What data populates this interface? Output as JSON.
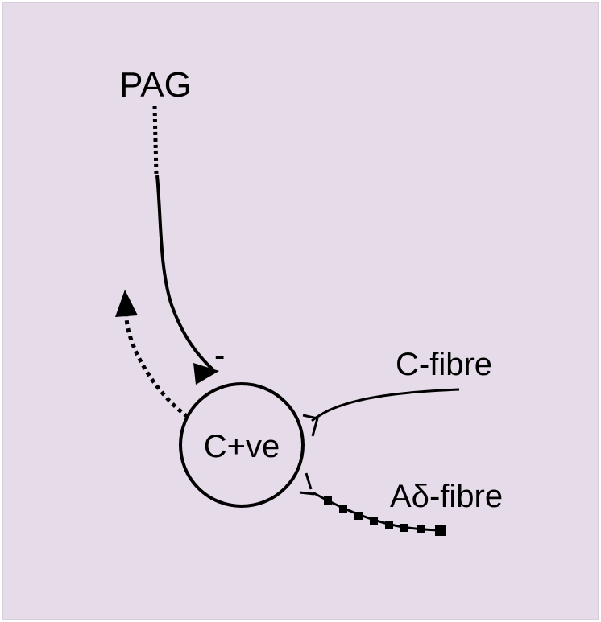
{
  "colors": {
    "background": "#e6dbe8",
    "border": "#d8cedb",
    "ink": "#000000"
  },
  "labels": {
    "pag": "PAG",
    "inhibit_sign": "-",
    "neuron": "C+ve",
    "c_fibre": "C-fibre",
    "a_delta_fibre": "Aδ-fibre"
  }
}
